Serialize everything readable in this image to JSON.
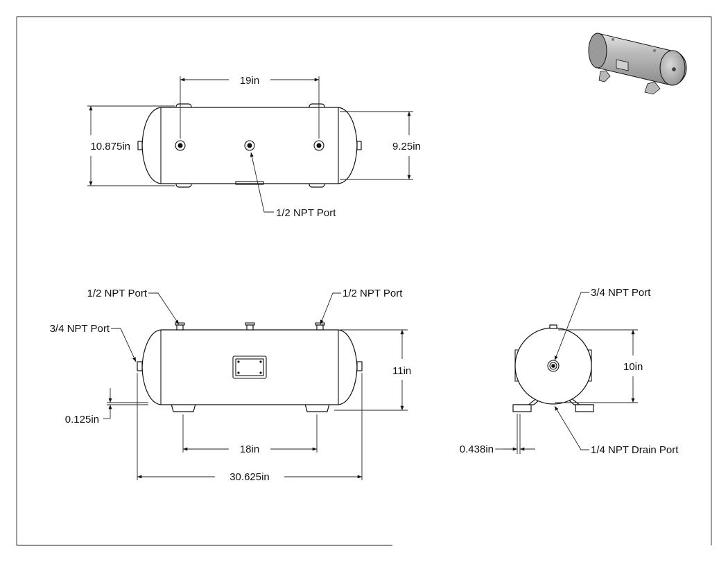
{
  "title": "",
  "views": {
    "top": {
      "dimensions": {
        "port_spacing": "19in",
        "overall_height": "10.875in",
        "shell_diameter": "9.25in"
      },
      "callouts": {
        "center_port": "1/2 NPT Port"
      }
    },
    "front": {
      "dimensions": {
        "height": "11in",
        "foot_height": "0.125in",
        "foot_spacing": "18in",
        "overall_length": "30.625in"
      },
      "callouts": {
        "left_top_port": "1/2 NPT Port",
        "right_top_port": "1/2 NPT Port",
        "end_port": "3/4 NPT Port"
      }
    },
    "end": {
      "dimensions": {
        "diameter": "10in",
        "foot_thickness": "0.438in"
      },
      "callouts": {
        "center_port": "3/4 NPT Port",
        "drain_port": "1/4 NPT Drain Port"
      }
    }
  },
  "colors": {
    "line": "#111111",
    "background": "#ffffff",
    "iso_shade_dark": "#8a8a8a",
    "iso_shade_light": "#e6e6e6"
  }
}
